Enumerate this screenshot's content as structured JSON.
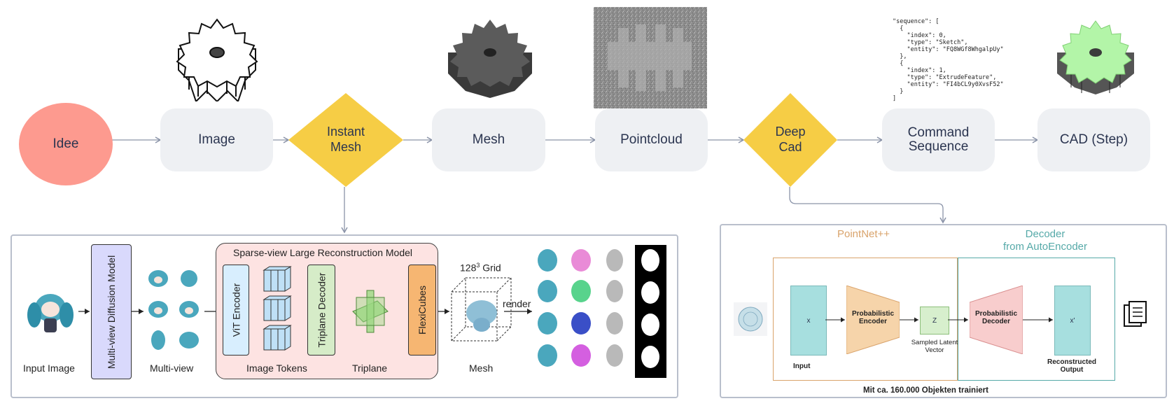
{
  "flow": {
    "idee": "Idee",
    "image": "Image",
    "instant_mesh": [
      "Instant",
      "Mesh"
    ],
    "mesh": "Mesh",
    "pointcloud": "Pointcloud",
    "deep_cad": [
      "Deep",
      "Cad"
    ],
    "command_sequence": [
      "Command",
      "Sequence"
    ],
    "cad_step": "CAD (Step)"
  },
  "json_snippet": [
    "\"sequence\": [",
    "  {",
    "    \"index\": 0,",
    "    \"type\": \"Sketch\",",
    "    \"entity\": \"FQ8WGf8WhgalpUy\"",
    "  },",
    "  {",
    "    \"index\": 1,",
    "    \"type\": \"ExtrudeFeature\",",
    "    \"entity\": \"FI4bCL9y0XvsF52\"",
    "  }",
    "]"
  ],
  "instant_mesh_panel": {
    "input_image": "Input Image",
    "diffusion_model": "Multi-view Diffusion Model",
    "multi_view": "Multi-view",
    "lrm_title": "Sparse-view Large Reconstruction Model",
    "vit_encoder": "ViT Encoder",
    "image_tokens": "Image Tokens",
    "triplane_decoder": "Triplane Decoder",
    "triplane": "Triplane",
    "flexicubes": "FlexiCubes",
    "grid_label": "128",
    "grid_exp": "3",
    "grid_word": " Grid",
    "render": "render",
    "mesh": "Mesh"
  },
  "deepcad_panel": {
    "pointnet": "PointNet++",
    "decoder_title": [
      "Decoder",
      "from AutoEncoder"
    ],
    "x": "x",
    "input": "Input",
    "prob_encoder": [
      "Probabilistic",
      "Encoder"
    ],
    "z": "Z",
    "sampled_latent": [
      "Sampled Latent",
      "Vector"
    ],
    "prob_decoder": [
      "Probabilistic",
      "Decoder"
    ],
    "x_prime": "x'",
    "reconstructed": [
      "Reconstructed",
      "Output"
    ],
    "footer": "Mit ca. 160.000 Objekten trainiert"
  },
  "colors": {
    "idee": "#fd9a8f",
    "diamond": "#f6cd45",
    "node": "#eef0f3",
    "pointnet_border": "#d9a36b",
    "decoder_border": "#55a9a8",
    "cad_gear": "#b3f5a8"
  }
}
